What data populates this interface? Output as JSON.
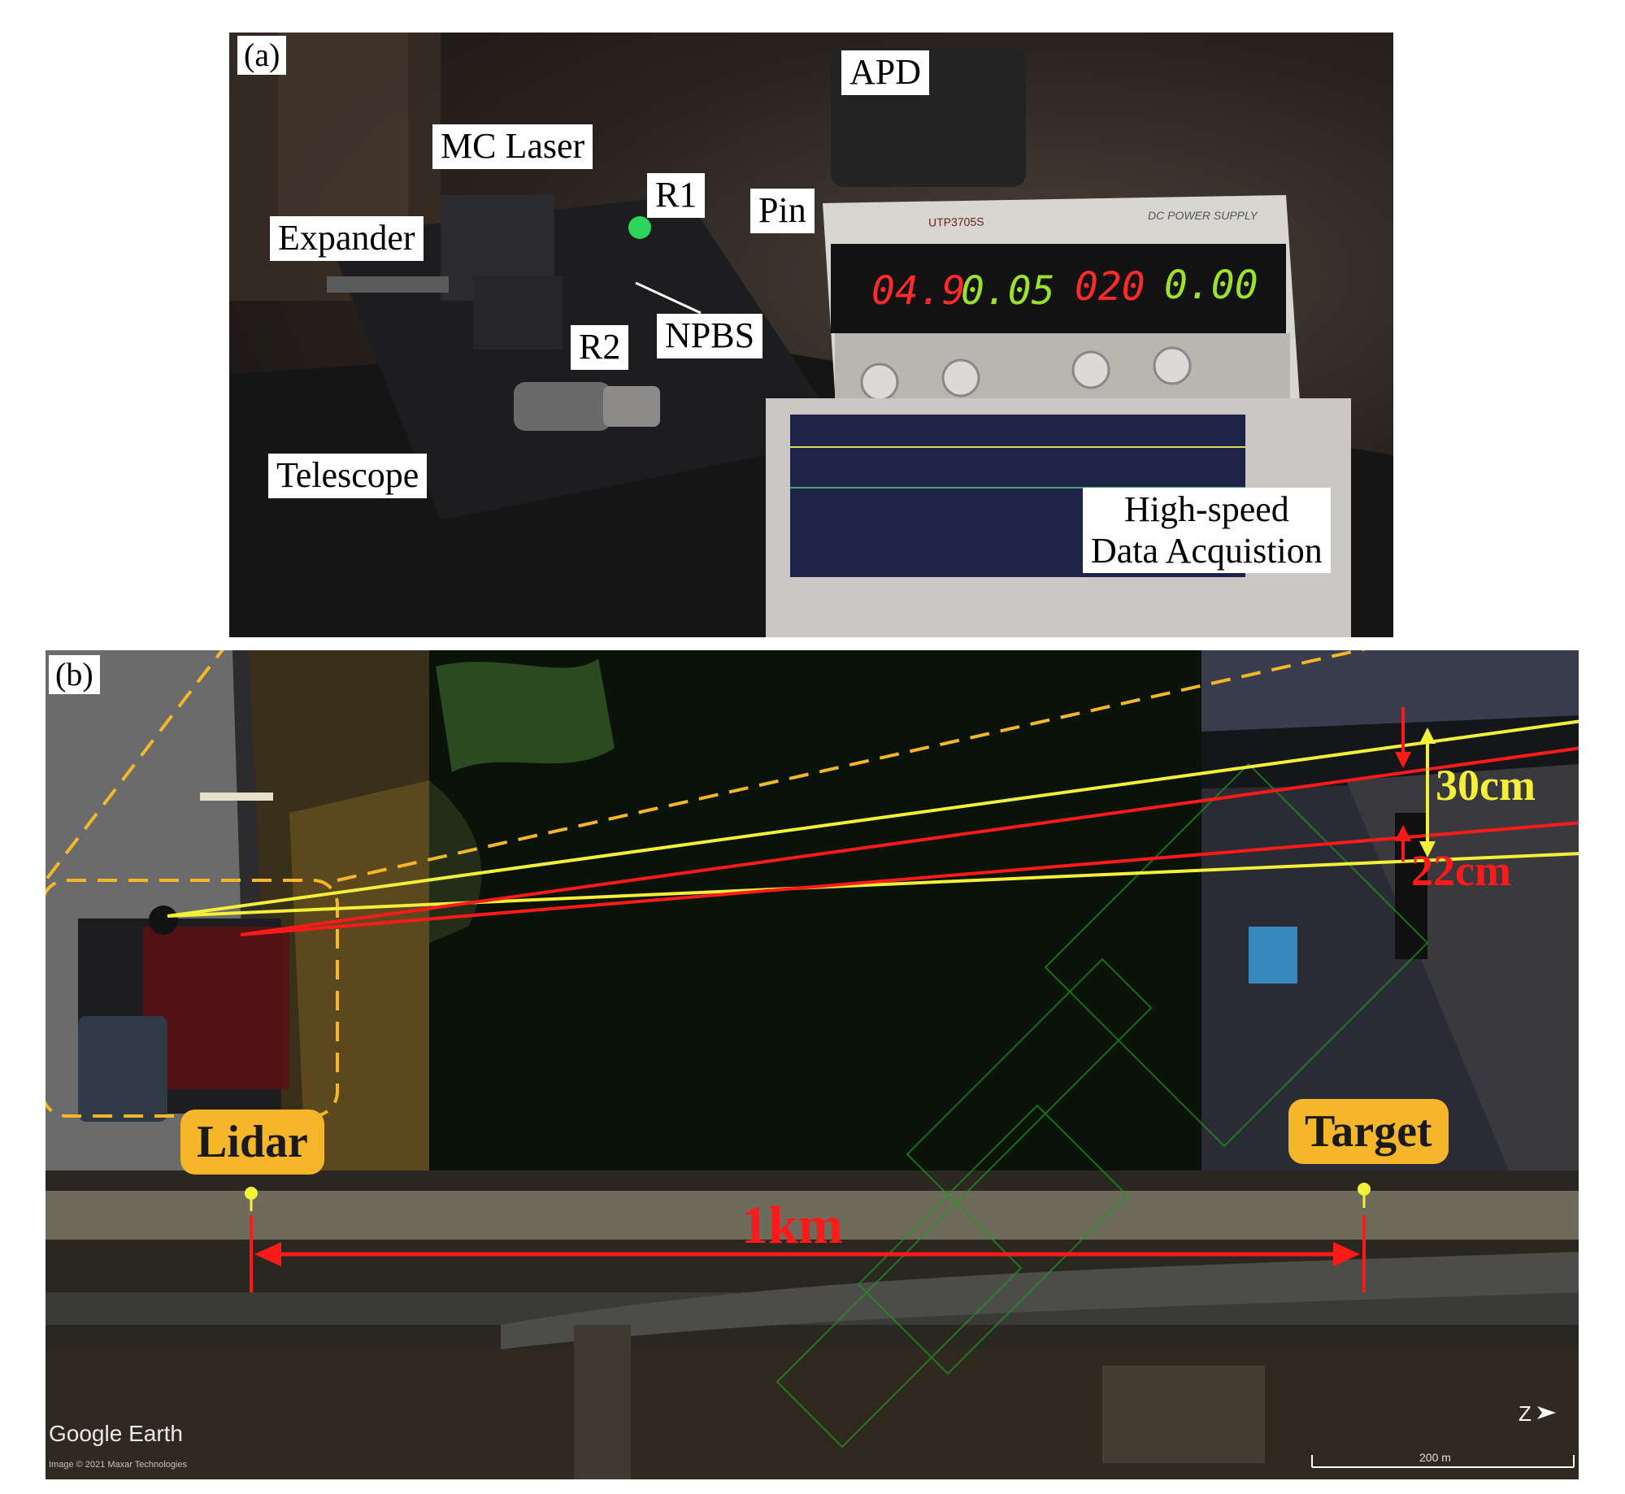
{
  "panel_a": {
    "letter": "(a)",
    "labels": {
      "apd": "APD",
      "mc_laser": "MC Laser",
      "r1": "R1",
      "pin": "Pin",
      "expander": "Expander",
      "npbs": "NPBS",
      "r2": "R2",
      "telescope": "Telescope",
      "daq_line1": "High-speed",
      "daq_line2": "Data Acquistion"
    },
    "power_supply": {
      "brand_text": "UTP3705S",
      "title_text": "DC POWER SUPPLY",
      "ch1_voltage": "04.9",
      "ch1_current": "0.05",
      "ch2_voltage": "020",
      "ch2_current": "0.00"
    }
  },
  "panel_b": {
    "letter": "(b)",
    "lidar_tag": "Lidar",
    "target_tag": "Target",
    "distance_label": "1km",
    "spot_yellow_label": "30cm",
    "spot_red_label": "22cm",
    "google_earth": "Google Earth",
    "imagery_credit": "Image © 2021 Maxar Technologies",
    "scale_label": "200 m",
    "colors": {
      "yellow_beam": "#f4f03a",
      "red_beam": "#ff1a1a",
      "tag_fill": "#f5b629",
      "dash_outline": "#f5b629"
    }
  }
}
